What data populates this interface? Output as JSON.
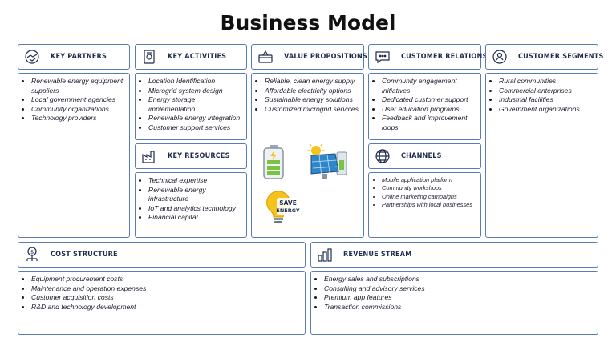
{
  "title": "Business Model",
  "colors": {
    "border": "#5a7bb5",
    "accent": "#2f63c0"
  },
  "sections": {
    "key_partners": {
      "label": "KEY PARTNERS",
      "icon": "handshake-icon",
      "items": [
        "Renewable energy equipment suppliers",
        "Local government agencies",
        "Community organizations",
        "Technology providers"
      ]
    },
    "key_activities": {
      "label": "KEY ACTIVITIES",
      "icon": "checklist-icon",
      "items": [
        "Location Identification",
        "Microgrid system design",
        "Energy storage implementation",
        "Renewable energy integration",
        "Customer support services"
      ]
    },
    "value_propositions": {
      "label": "VALUE PROPOSITIONS",
      "icon": "gift-box-icon",
      "items": [
        "Reliable, clean energy supply",
        "Affordable electricity options",
        "Sustainable energy solutions",
        "Customized microgrid services"
      ]
    },
    "customer_relationship": {
      "label": "CUSTOMER RELATIONSHIP",
      "icon": "chat-bubble-icon",
      "items": [
        "Community engagement initiatives",
        "Dedicated customer support",
        "User education programs",
        "Feedback and improvement loops"
      ]
    },
    "customer_segments": {
      "label": "CUSTOMER SEGMENTS",
      "icon": "target-user-icon",
      "items": [
        "Rural communities",
        "Commercial enterprises",
        "Industrial facilities",
        "Government organizations"
      ]
    },
    "key_resources": {
      "label": "KEY RESOURCES",
      "icon": "factory-icon",
      "items": [
        "Technical expertise",
        "Renewable energy infrastructure",
        "IoT and analytics technology",
        "Financial capital"
      ]
    },
    "channels": {
      "label": "CHANNELS",
      "icon": "globe-network-icon",
      "items": [
        "Mobile application platform",
        "Community workshops",
        "Online marketing campaigns",
        "Partnerships with local businesses"
      ]
    },
    "cost_structure": {
      "label": "COST STRUCTURE",
      "icon": "dollar-network-icon",
      "items": [
        "Equipment procurement costs",
        "Maintenance and operation expenses",
        "Customer acquisition costs",
        "R&D and technology development"
      ]
    },
    "revenue_stream": {
      "label": "REVENUE STREAM",
      "icon": "bar-chart-icon",
      "items": [
        "Energy sales and subscriptions",
        "Consulting and advisory services",
        "Premium app features",
        "Transaction commissions"
      ]
    }
  },
  "illustrations": {
    "bulb_text_1": "SAVE",
    "bulb_text_2": "ENERGY"
  }
}
